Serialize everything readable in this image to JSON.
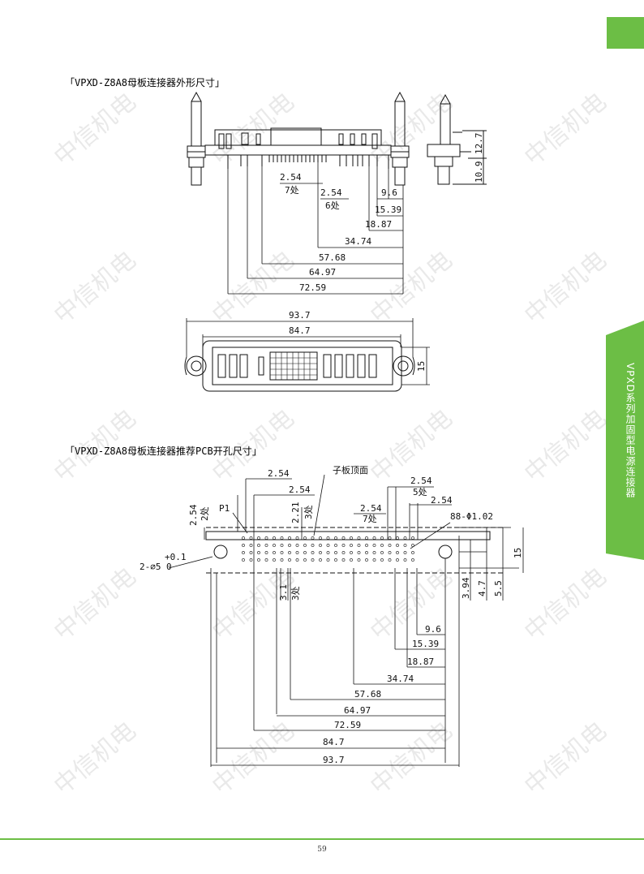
{
  "side_tab": {
    "label": "VPXD系列加固型电源连接器",
    "color": "#6cbe45"
  },
  "watermark": "中信机电",
  "section1": {
    "title": "「VPXD-Z8A8母板连接器外形尺寸」",
    "dims": {
      "pitch_7": "2.54",
      "pitch_7_count": "7处",
      "pitch_6": "2.54",
      "pitch_6_count": "6处",
      "d9_6": "9.6",
      "d15_39": "15.39",
      "d18_87": "18.87",
      "d34_74": "34.74",
      "d57_68": "57.68",
      "d64_97": "64.97",
      "d72_59": "72.59",
      "h12_7": "12.7",
      "h10_9": "10.9",
      "w93_7": "93.7",
      "w84_7": "84.7",
      "h15": "15"
    }
  },
  "section2": {
    "title": "「VPXD-Z8A8母板连接器推荐PCB开孔尺寸」",
    "labels": {
      "daughter": "子板顶面",
      "p1": "P1",
      "hole_spec": "88-Φ1.02",
      "mount_hole": "2-⌀5",
      "tol_plus": "+0.1",
      "tol_zero": "0"
    },
    "dims": {
      "a2_54": "2.54",
      "b2_54": "2.54",
      "c2_54": "2.54",
      "c2_54_count": "5处",
      "d2_54": "2.54",
      "e2_54": "2.54",
      "e2_54_count": "7处",
      "v2_54": "2.54",
      "v2_count": "2处",
      "v2_21": "2.21",
      "v3_count": "3处",
      "v3_1": "3.1",
      "v3_1_count": "3处",
      "h3_94": "3.94",
      "h4_7": "4.7",
      "h5_5": "5.5",
      "h15": "15",
      "d9_6": "9.6",
      "d15_39": "15.39",
      "d18_87": "18.87",
      "d34_74": "34.74",
      "d57_68": "57.68",
      "d64_97": "64.97",
      "d72_59": "72.59",
      "d84_7": "84.7",
      "d93_7": "93.7"
    }
  },
  "page_number": "59"
}
